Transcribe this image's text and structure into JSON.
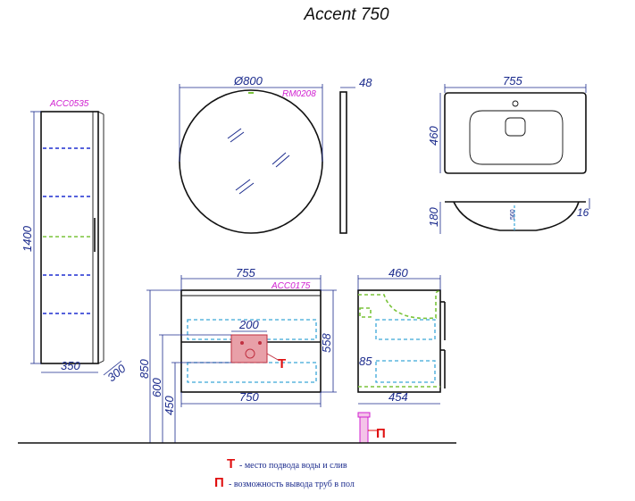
{
  "title": "Accent 750",
  "labels": {
    "cabinet_code": "ACC0535",
    "mirror_code": "RM0208",
    "vanity_code": "ACC0175"
  },
  "dimensions": {
    "tall_height": "1400",
    "tall_width": "350",
    "tall_depth": "300",
    "mirror_diameter": "Ø800",
    "mirror_depth": "48",
    "basin_width": "755",
    "basin_depth": "460",
    "basin_height": "180",
    "basin_rim": "16",
    "vanity_width": "755",
    "vanity_inner_width": "750",
    "vanity_height": "558",
    "vanity_mount_850": "850",
    "vanity_mount_600": "600",
    "vanity_mount_450": "450",
    "service_zone": "200",
    "side_depth": "460",
    "side_inner_depth": "454",
    "side_85": "85",
    "plumbing_chinese": "560"
  },
  "markers": {
    "t_mark": "Т",
    "p_mark": "П"
  },
  "legend": [
    {
      "mark": "Т",
      "text": "- место подвода воды и слив"
    },
    {
      "mark": "П",
      "text": "- возможность вывода труб в пол"
    }
  ]
}
